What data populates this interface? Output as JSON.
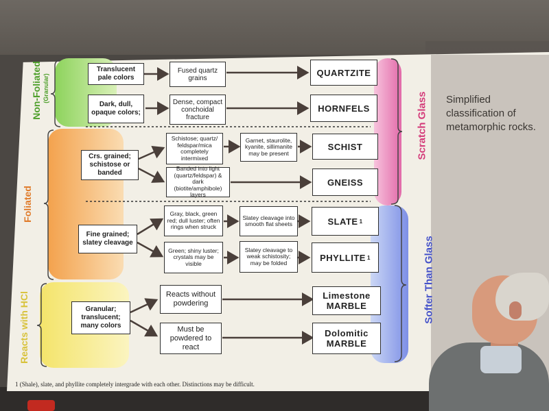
{
  "caption": "Simplified classification of metamorphic rocks.",
  "groups": {
    "non_foliated": "Non-Foliated",
    "non_foliated_sub": "(Granular)",
    "foliated": "Foliated",
    "reacts_hcl": "Reacts with HCl",
    "scratch_glass": "Scratch Glass",
    "softer_glass": "Softer Than Glass"
  },
  "boxes": {
    "translucent": "Translucent pale colors",
    "fused": "Fused quartz grains",
    "quartzite": "QUARTZITE",
    "dark": "Dark, dull, opaque colors;",
    "dense": "Dense, compact conchoidal fracture",
    "hornfels": "HORNFELS",
    "crs": "Crs. grained; schistose or banded",
    "schistose": "Schistose; quartz/ feldspar/mica completely intermixed",
    "garnet": "Garnet, staurolite, kyanite, sillimanite may be present",
    "schist": "SCHIST",
    "banded": "Banded into light (quartz/feldspar) & dark (biotite/amphibole) layers",
    "gneiss": "GNEISS",
    "fine": "Fine grained; slatey cleavage",
    "gray": "Gray, black, green red; dull luster; often rings when struck",
    "slatey1": "Slatey cleavage into smooth flat sheets",
    "slate": "SLATE",
    "slate_sup": "1",
    "green": "Green; shiny luster; crystals may be visible",
    "slatey2": "Slatey cleavage to weak schistosity; may be folded",
    "phyllite": "PHYLLITE",
    "phyllite_sup": "1",
    "granular": "Granular; translucent; many colors",
    "reacts": "Reacts without powdering",
    "limestone": "Limestone MARBLE",
    "powdered": "Must be powdered to react",
    "dolomitic": "Dolomitic MARBLE"
  },
  "footnote": "1 (Shale), slate, and phyllite completely intergrade with each other. Distinctions may be difficult."
}
